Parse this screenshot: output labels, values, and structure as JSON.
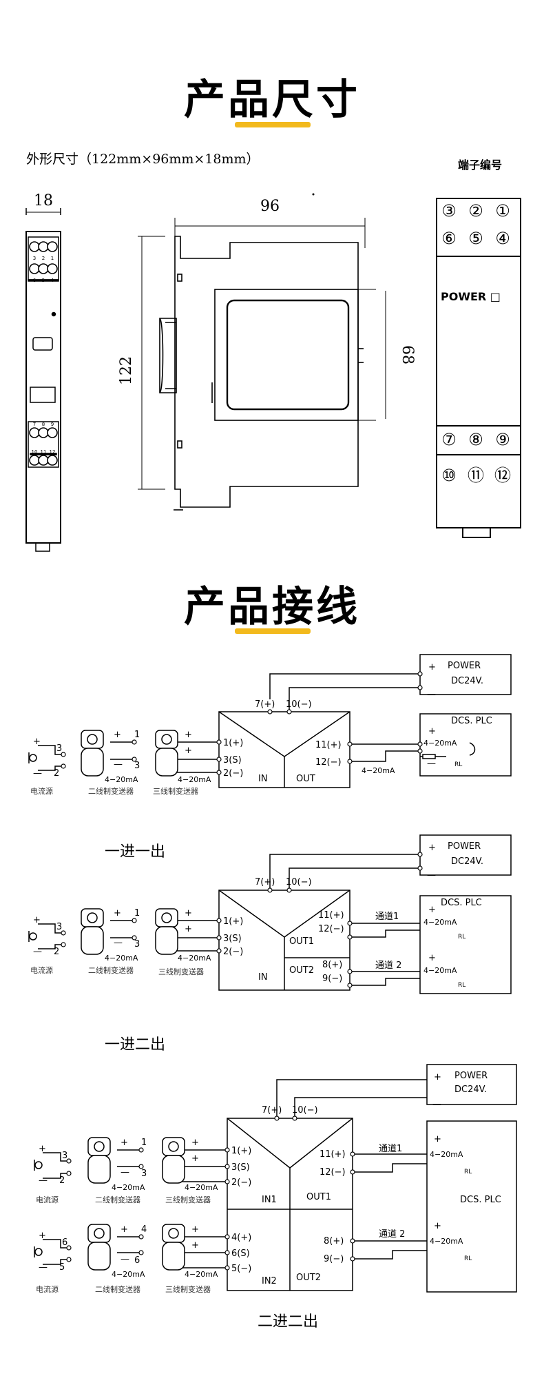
{
  "sections": {
    "dimensions_title": "产品尺寸",
    "wiring_title": "产品接线"
  },
  "dimensions": {
    "note": "外形尺寸（122mm×96mm×18mm）",
    "width_18": "18",
    "depth_96": "96",
    "height_122": "122",
    "inner_68": "68",
    "terminal_title": "端子编号",
    "power_label": "POWER □",
    "terminals_top_row1": [
      "③",
      "②",
      "①"
    ],
    "terminals_top_row2": [
      "⑥",
      "⑤",
      "④"
    ],
    "terminals_bottom_row1": [
      "⑦",
      "⑧",
      "⑨"
    ],
    "terminals_bottom_row2": [
      "⑩",
      "⑪",
      "⑫"
    ],
    "small_top": [
      "3",
      "2",
      "1",
      "6",
      "5",
      "4"
    ],
    "small_bottom": [
      "7",
      "8",
      "9",
      "10",
      "11",
      "12"
    ]
  },
  "common": {
    "power": "POWER",
    "dc": "DC24V.",
    "plus": "+",
    "minus": "—",
    "t7": "7(+)",
    "t10": "10(−)",
    "t1": "1(+)",
    "t3s": "3(S)",
    "t2": "2(−)",
    "t11": "11(+)",
    "t12": "12(−)",
    "t8": "8(+)",
    "t9": "9(−)",
    "t4": "4(+)",
    "t6s": "6(S)",
    "t5": "5(−)",
    "ma": "4−20mA",
    "rl": "RL",
    "dcs": "DCS. PLC",
    "in": "IN",
    "out": "OUT",
    "out1": "OUT1",
    "out2": "OUT2",
    "in1": "IN1",
    "in2": "IN2",
    "ch1": "通道1",
    "ch2": "通道 2",
    "src": "电流源",
    "two_wire": "二线制变送器",
    "three_wire": "三线制变送器",
    "n1": "1",
    "n2": "2",
    "n3": "3",
    "n4": "4",
    "n5": "5",
    "n6": "6"
  },
  "captions": {
    "one_in_one_out": "一进一出",
    "one_in_two_out": "一进二出",
    "two_in_two_out": "二进二出"
  }
}
